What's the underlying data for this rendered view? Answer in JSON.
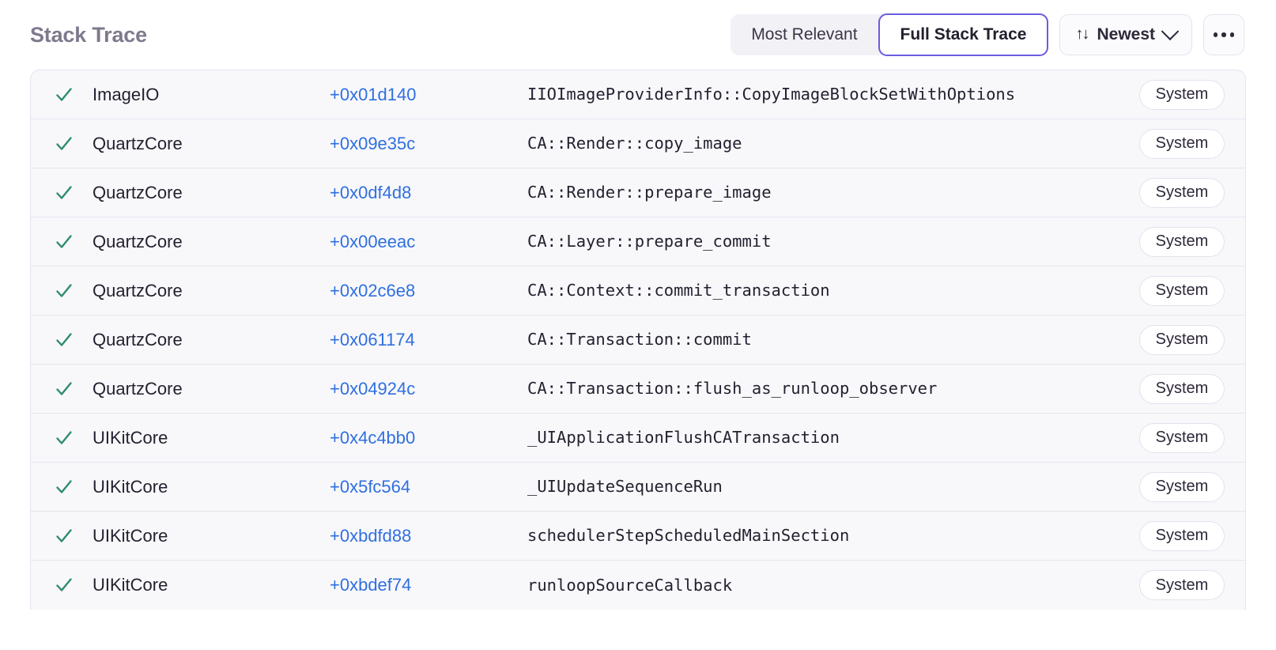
{
  "header": {
    "title": "Stack Trace",
    "segmented": {
      "options": [
        {
          "label": "Most Relevant",
          "active": false
        },
        {
          "label": "Full Stack Trace",
          "active": true
        }
      ]
    },
    "sort": {
      "icon": "sort-arrows-icon",
      "label": "Newest",
      "chevron": "chevron-down-icon"
    },
    "overflow": {
      "icon": "ellipsis-icon",
      "label": "More options"
    }
  },
  "stack_table": {
    "columns": [
      "status",
      "module",
      "offset",
      "symbol",
      "origin"
    ],
    "rows": [
      {
        "status": "check",
        "module": "ImageIO",
        "offset": "+0x01d140",
        "symbol": "IIOImageProviderInfo::CopyImageBlockSetWithOptions",
        "badge": "System"
      },
      {
        "status": "check",
        "module": "QuartzCore",
        "offset": "+0x09e35c",
        "symbol": "CA::Render::copy_image",
        "badge": "System"
      },
      {
        "status": "check",
        "module": "QuartzCore",
        "offset": "+0x0df4d8",
        "symbol": "CA::Render::prepare_image",
        "badge": "System"
      },
      {
        "status": "check",
        "module": "QuartzCore",
        "offset": "+0x00eeac",
        "symbol": "CA::Layer::prepare_commit",
        "badge": "System"
      },
      {
        "status": "check",
        "module": "QuartzCore",
        "offset": "+0x02c6e8",
        "symbol": "CA::Context::commit_transaction",
        "badge": "System"
      },
      {
        "status": "check",
        "module": "QuartzCore",
        "offset": "+0x061174",
        "symbol": "CA::Transaction::commit",
        "badge": "System"
      },
      {
        "status": "check",
        "module": "QuartzCore",
        "offset": "+0x04924c",
        "symbol": "CA::Transaction::flush_as_runloop_observer",
        "badge": "System"
      },
      {
        "status": "check",
        "module": "UIKitCore",
        "offset": "+0x4c4bb0",
        "symbol": "_UIApplicationFlushCATransaction",
        "badge": "System"
      },
      {
        "status": "check",
        "module": "UIKitCore",
        "offset": "+0x5fc564",
        "symbol": "_UIUpdateSequenceRun",
        "badge": "System"
      },
      {
        "status": "check",
        "module": "UIKitCore",
        "offset": "+0xbdfd88",
        "symbol": "schedulerStepScheduledMainSection",
        "badge": "System"
      },
      {
        "status": "check",
        "module": "UIKitCore",
        "offset": "+0xbdef74",
        "symbol": "runloopSourceCallback",
        "badge": "System"
      }
    ]
  },
  "colors": {
    "accent": "#6a5be0",
    "link": "#2f6fe0",
    "check": "#2e8b6e",
    "title": "#80798d",
    "row_bg": "#f8f8fb",
    "divider": "#e6e4ee"
  }
}
